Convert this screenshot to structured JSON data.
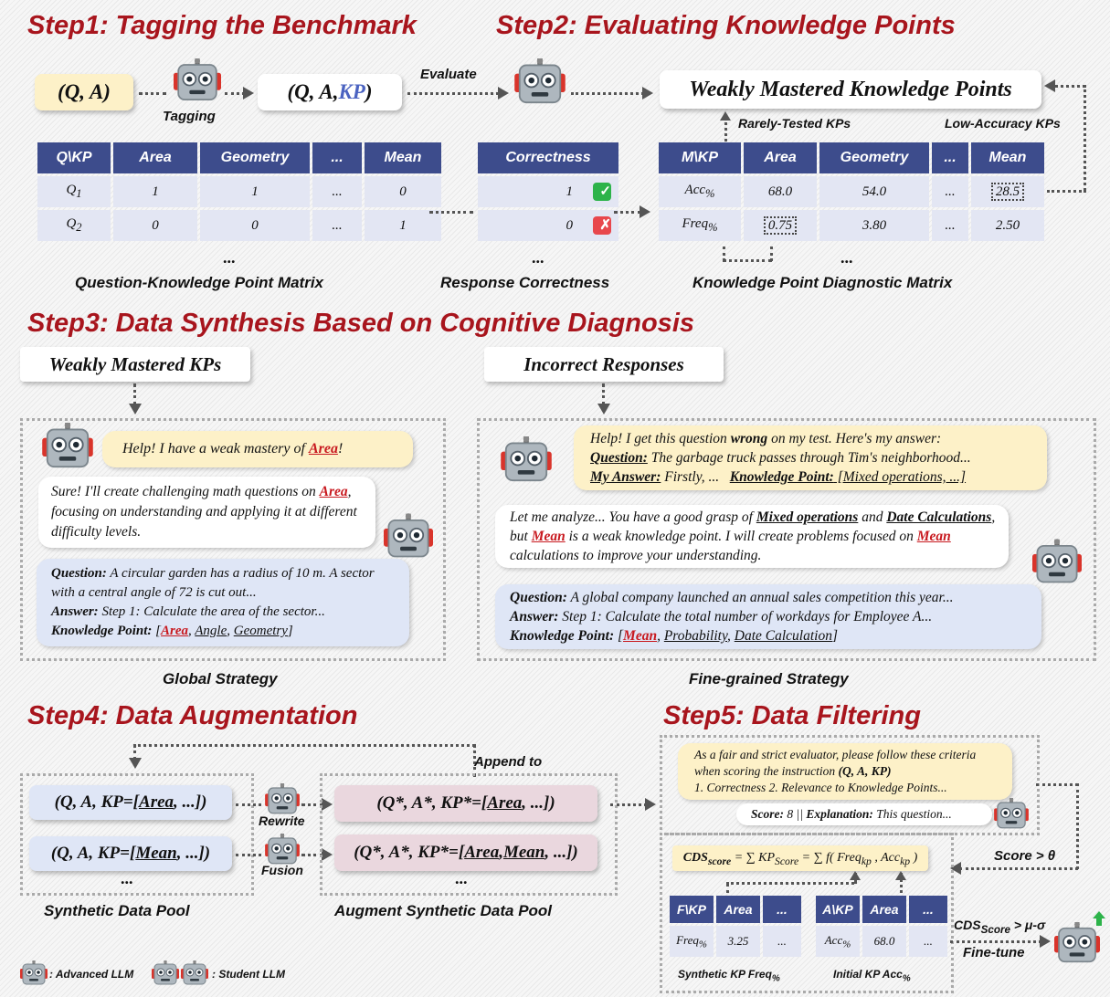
{
  "steps": {
    "step1": "Step1: Tagging the Benchmark",
    "step2": "Step2: Evaluating Knowledge Points",
    "step3": "Step3: Data Synthesis Based on Cognitive Diagnosis",
    "step4": "Step4: Data Augmentation",
    "step5": "Step5: Data Filtering"
  },
  "step1": {
    "qa": "(Q, A)",
    "tagging": "Tagging",
    "qakp_prefix": "(Q, A, ",
    "qakp_kp": "KP",
    "qakp_suffix": ")",
    "evaluate": "Evaluate",
    "matrix": {
      "headers": [
        "Q\\KP",
        "Area",
        "Geometry",
        "...",
        "Mean"
      ],
      "rows": [
        [
          "Q",
          "1",
          "1",
          "...",
          "0"
        ],
        [
          "Q",
          "0",
          "0",
          "...",
          "1"
        ]
      ],
      "row_subs": [
        "1",
        "2"
      ],
      "ellipsis": "...",
      "caption": "Question-Knowledge Point Matrix"
    }
  },
  "step2": {
    "weak_kp_title": "Weakly Mastered Knowledge Points",
    "rarely_tested": "Rarely-Tested KPs",
    "low_accuracy": "Low-Accuracy KPs",
    "correctness": {
      "header": "Correctness",
      "values": [
        "1",
        "0"
      ],
      "check": "✓",
      "cross": "✗",
      "ellipsis": "...",
      "caption": "Response Correctness"
    },
    "diag": {
      "headers": [
        "M\\KP",
        "Area",
        "Geometry",
        "...",
        "Mean"
      ],
      "row1_label": "Acc",
      "row1_sub": "%",
      "row1": [
        "68.0",
        "54.0",
        "...",
        "28.5"
      ],
      "row2_label": "Freq",
      "row2_sub": "%",
      "row2": [
        "0.75",
        "3.80",
        "...",
        "2.50"
      ],
      "ellipsis": "...",
      "caption": "Knowledge Point Diagnostic Matrix"
    }
  },
  "step3": {
    "weak_kps": "Weakly Mastered KPs",
    "incorrect": "Incorrect Responses",
    "global": {
      "help_pre": "Help! I have a weak mastery of ",
      "help_kp": "Area",
      "help_post": "!",
      "reply_pre": "Sure! I'll create challenging math questions on ",
      "reply_kp": "Area",
      "reply_post": ", focusing on understanding and applying it at different difficulty levels.",
      "q_label": "Question:",
      "q_text": " A circular garden has a radius of 10 m. A sector with a central angle of  72 is cut out...",
      "a_label": "Answer:",
      "a_text": " Step 1: Calculate the area of the sector...",
      "kp_label": "Knowledge Point:",
      "kp_open": " [",
      "kps": [
        "Area",
        "Angle",
        "Geometry"
      ],
      "kp_close": "]",
      "caption": "Global Strategy"
    },
    "fine": {
      "help_pre": "Help! I get this question ",
      "help_bold": "wrong",
      "help_post": " on my test. Here's my answer:",
      "q_label": "Question:",
      "q_text": " The garbage truck passes through Tim's neighborhood...",
      "my_label": "My Answer:",
      "my_text": " Firstly, ...",
      "kp_label": "Knowledge Point:",
      "kp_text": " [Mixed operations, ...]",
      "reply_1": "Let me analyze... You have a good grasp of ",
      "reply_kp1": "Mixed operations",
      "reply_2": " and ",
      "reply_kp2": "Date Calculations",
      "reply_3": ", but ",
      "reply_kp3": "Mean",
      "reply_4": " is a weak knowledge point. I will create problems focused on ",
      "reply_kp4": "Mean",
      "reply_5": " calculations to improve your understanding.",
      "q2_label": "Question:",
      "q2_text": " A global company launched an annual sales competition this year...",
      "a2_label": "Answer:",
      "a2_text": " Step 1: Calculate the total number of workdays for Employee A...",
      "kp2_label": "Knowledge Point:",
      "kp2_open": " [",
      "kps2": [
        "Mean",
        "Probability",
        "Date Calculation"
      ],
      "kp2_close": "]",
      "caption": "Fine-grained Strategy"
    }
  },
  "step4": {
    "pool1": "(Q, A, KP=[",
    "pool1_kp": "Area",
    "pool1_end": ", ...])",
    "pool2": "(Q, A, KP=[",
    "pool2_kp": "Mean",
    "pool2_end": ", ...])",
    "rewrite": "Rewrite",
    "fusion": "Fusion",
    "aug1": "(Q*, A*, KP*=[",
    "aug1_kp": "Area",
    "aug1_end": ", ...])",
    "aug2": "(Q*, A*, KP*=[",
    "aug2_kp1": "Area",
    "aug2_sep": ", ",
    "aug2_kp2": "Mean",
    "aug2_end": ", ...])",
    "append_to": "Append to",
    "ellipsis": "...",
    "caption_pool": "Synthetic Data Pool",
    "caption_aug": "Augment Synthetic Data Pool",
    "legend_adv": ": Advanced LLM",
    "legend_stu": ": Student LLM"
  },
  "step5": {
    "prompt_1": "As a fair and strict evaluator, please follow these criteria when scoring the instruction ",
    "prompt_b": "(Q, A, KP)",
    "prompt_2": "1. Correctness 2. Relevance to Knowledge Points...",
    "score_label": "Score:",
    "score_value": " 8 ",
    "score_sep": "|| ",
    "expl_label": "Explanation:",
    "expl_text": " This question...",
    "score_gt": "Score > θ",
    "cds_formula": "CDS",
    "cds_sub": "score",
    "cds_rest": " = ∑ KP",
    "cds_sub2": "Score",
    "cds_rest2": " = ∑ f( Freq",
    "cds_sub3": "kp",
    "cds_rest3": " , Acc",
    "cds_sub4": "kp",
    "cds_rest4": " )",
    "freq_table": {
      "headers": [
        "F\\KP",
        "Area",
        "..."
      ],
      "row_label": "Freq",
      "row_sub": "%",
      "row": [
        "3.25",
        "..."
      ],
      "caption": "Synthetic KP Freq",
      "caption_sub": "%"
    },
    "acc_table": {
      "headers": [
        "A\\KP",
        "Area",
        "..."
      ],
      "row_label": "Acc",
      "row_sub": "%",
      "row": [
        "68.0",
        "..."
      ],
      "caption": "Initial KP Acc",
      "caption_sub": "%"
    },
    "cds_gt": "CDS",
    "cds_gt_sub": "Score",
    "cds_gt_rest": " > μ-σ",
    "fine_tune": "Fine-tune"
  },
  "colors": {
    "title_red": "#a8151d",
    "header_blue": "#3d4c8c",
    "cell_blue": "#e3e6f3",
    "bubble_yellow": "#fdf1c8",
    "bubble_blue": "#dfe6f6",
    "pill_pink": "#ead7de",
    "check_green": "#2db34a",
    "cross_red": "#e8474c"
  }
}
